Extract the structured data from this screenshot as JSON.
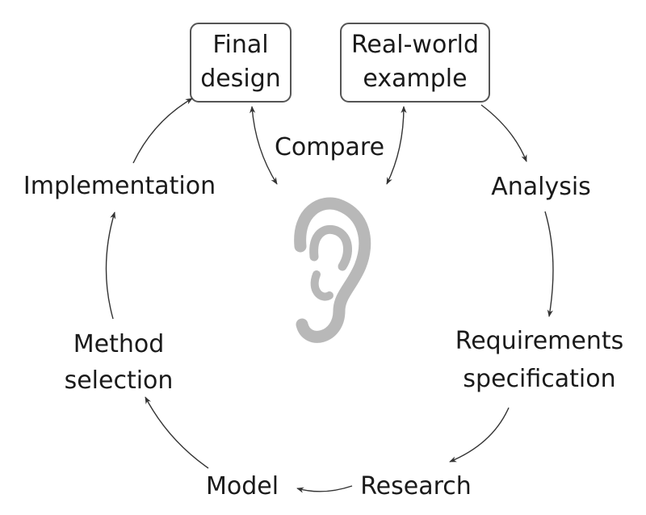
{
  "nodes": {
    "final_design": {
      "line1": "Final",
      "line2": "design"
    },
    "real_world_example": {
      "line1": "Real-world",
      "line2": "example"
    },
    "compare": "Compare",
    "analysis": "Analysis",
    "requirements": {
      "line1": "Requirements",
      "line2": "specification"
    },
    "research": "Research",
    "model": "Model",
    "method_selection": {
      "line1": "Method",
      "line2": "selection"
    },
    "implementation": "Implementation"
  },
  "center_icon": "ear-icon",
  "colors": {
    "text": "#1a1a1a",
    "box_border": "#555555",
    "arrow": "#333333",
    "ear": "#b8b8b8"
  }
}
